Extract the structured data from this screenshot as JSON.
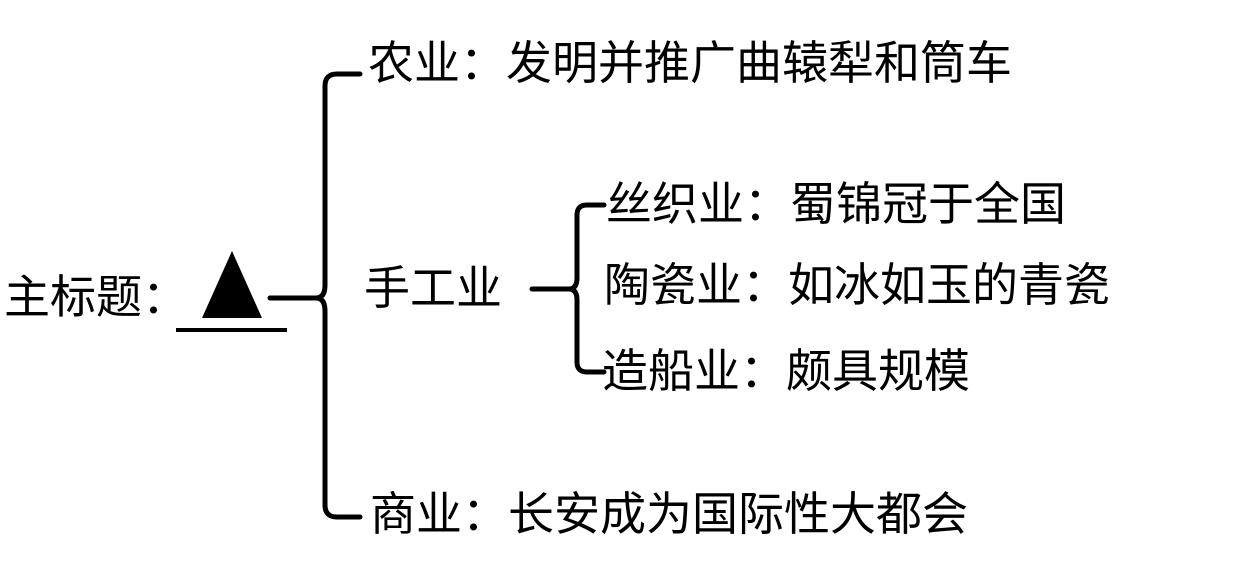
{
  "root": {
    "label": "主标题：",
    "placeholder_icon": "filled-triangle-icon"
  },
  "branches": [
    {
      "label": "农业：发明并推广曲辕犁和筒车"
    },
    {
      "label": "手工业",
      "children": [
        {
          "label": "丝织业：蜀锦冠于全国"
        },
        {
          "label": "陶瓷业：如冰如玉的青瓷"
        },
        {
          "label": "造船业：颇具规模"
        }
      ]
    },
    {
      "label": "商业：长安成为国际性大都会"
    }
  ],
  "colors": {
    "line": "#000000",
    "text": "#000000",
    "background": "#ffffff"
  }
}
